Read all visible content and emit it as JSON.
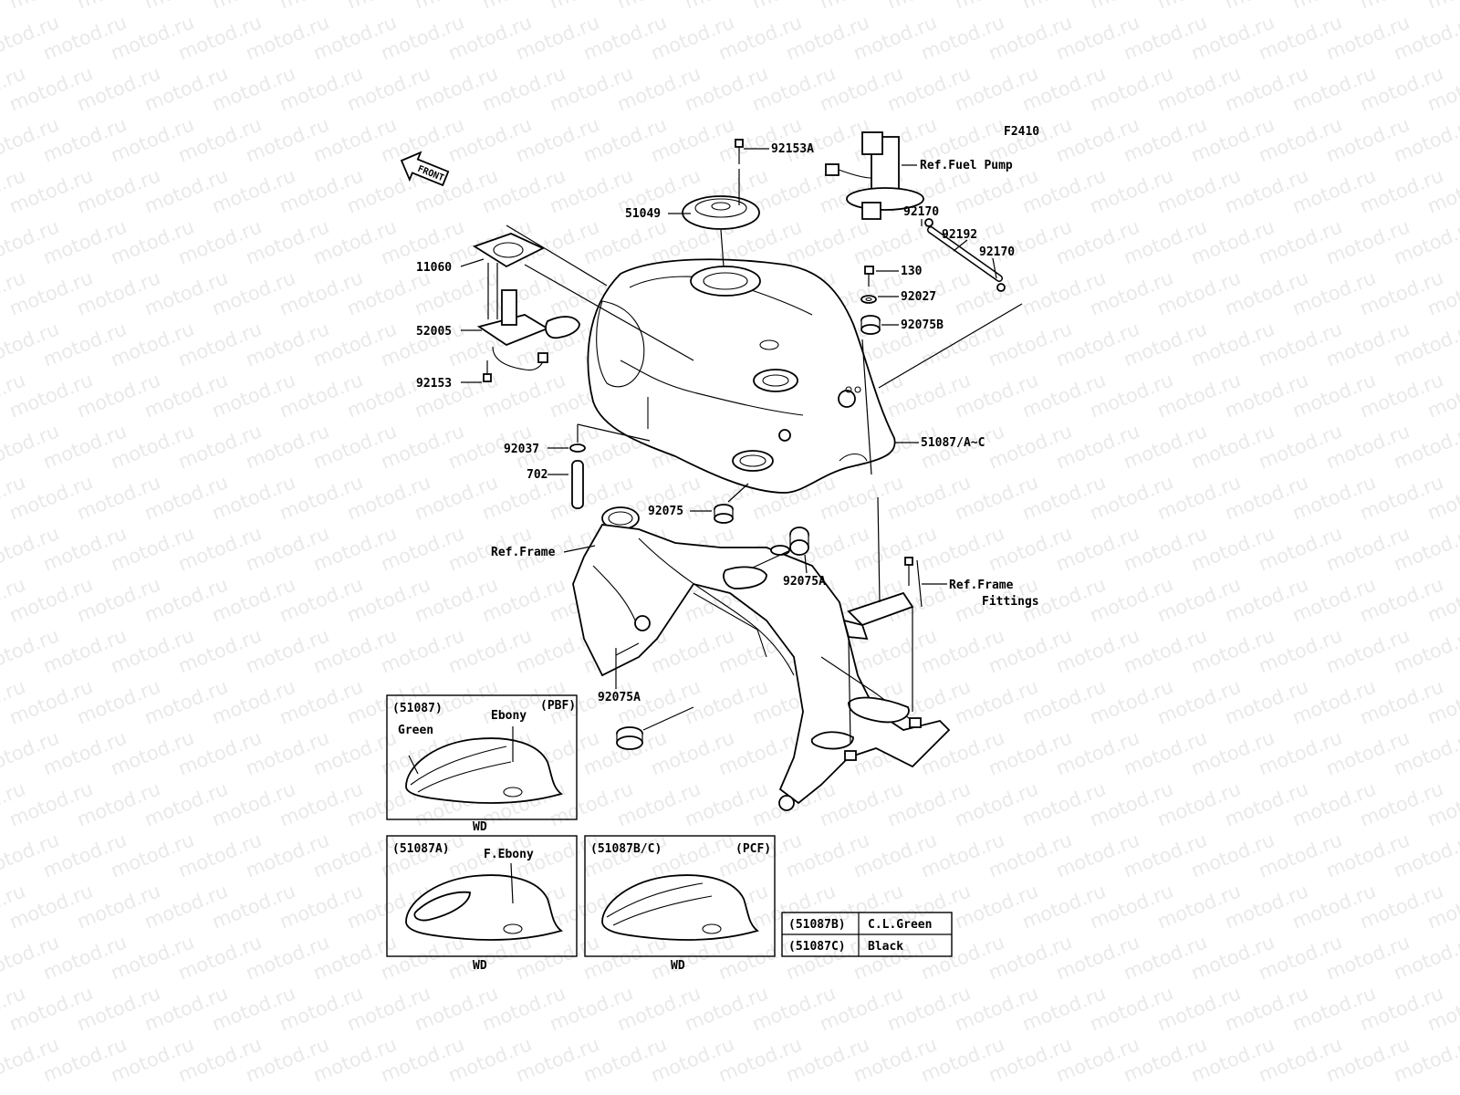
{
  "diagram_id": "F2410",
  "watermark": "motod.ru",
  "front_arrow": "FRONT",
  "labels": {
    "p92153A": "92153A",
    "ref_fuel_pump": "Ref.Fuel Pump",
    "p51049": "51049",
    "p92170a": "92170",
    "p92192": "92192",
    "p92170b": "92170",
    "p11060": "11060",
    "p130": "130",
    "p92027": "92027",
    "p92075B": "92075B",
    "p52005": "52005",
    "p92153": "92153",
    "p51087": "51087/A~C",
    "p92037": "92037",
    "p702": "702",
    "p92075": "92075",
    "ref_frame": "Ref.Frame",
    "p92075A_a": "92075A",
    "ref_frame_fittings_1": "Ref.Frame",
    "ref_frame_fittings_2": "Fittings",
    "p92075A_b": "92075A"
  },
  "inset1": {
    "code": "(51087)",
    "variant": "(PBF)",
    "color_a": "Green",
    "color_b": "Ebony",
    "footer": "WD"
  },
  "inset2": {
    "code": "(51087A)",
    "color": "F.Ebony",
    "footer": "WD"
  },
  "inset3": {
    "code": "(51087B/C)",
    "variant": "(PCF)",
    "footer": "WD"
  },
  "color_table": [
    {
      "code": "(51087B)",
      "color": "C.L.Green"
    },
    {
      "code": "(51087C)",
      "color": "Black"
    }
  ]
}
